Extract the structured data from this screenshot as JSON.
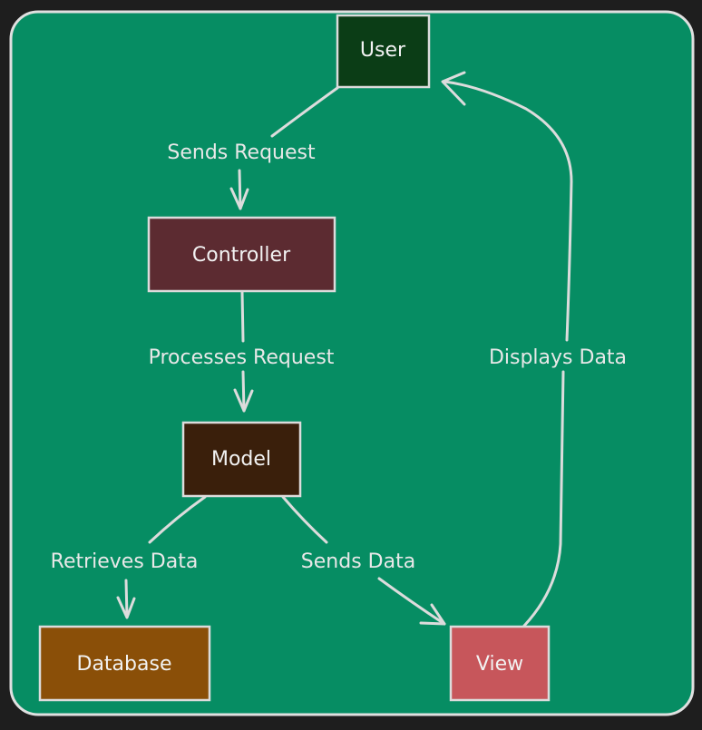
{
  "diagram": {
    "colors": {
      "background_outer": "#1e1e1e",
      "panel": "#068d63",
      "panel_border": "#e0e0e0",
      "stroke": "#dcdcdc",
      "text": "#f2f2f2",
      "label_text": "#e8e8e8"
    },
    "nodes": {
      "user": {
        "label": "User",
        "fill": "#0b3d16"
      },
      "controller": {
        "label": "Controller",
        "fill": "#5c2b31"
      },
      "model": {
        "label": "Model",
        "fill": "#3a1f0b"
      },
      "database": {
        "label": "Database",
        "fill": "#8a4f08"
      },
      "view": {
        "label": "View",
        "fill": "#c7565b"
      }
    },
    "edges": {
      "user_to_controller": {
        "label": "Sends Request"
      },
      "controller_to_model": {
        "label": "Processes Request"
      },
      "model_to_database": {
        "label": "Retrieves Data"
      },
      "model_to_view": {
        "label": "Sends Data"
      },
      "view_to_user": {
        "label": "Displays Data"
      }
    }
  }
}
